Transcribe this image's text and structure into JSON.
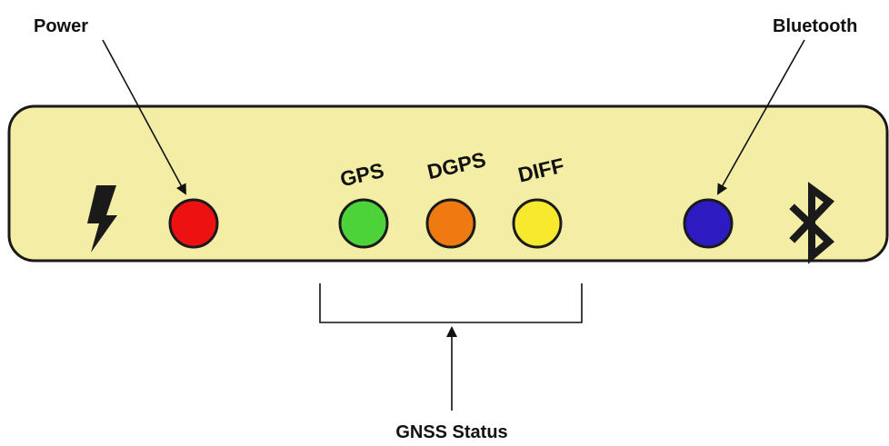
{
  "callouts": {
    "power": "Power",
    "bluetooth": "Bluetooth",
    "gnss_status": "GNSS Status"
  },
  "panel": {
    "background_color": "#F3EDA6",
    "border_color": "#1A1A1A",
    "labels": {
      "gps": "GPS",
      "dgps": "DGPS",
      "diff": "DIFF"
    },
    "icons": [
      "lightning-bolt-icon",
      "bluetooth-icon"
    ]
  },
  "leds": {
    "power": {
      "color": "#EE1111",
      "state": "on"
    },
    "gps": {
      "color": "#4CD33A",
      "state": "on"
    },
    "dgps": {
      "color": "#F07A12",
      "state": "on"
    },
    "diff": {
      "color": "#F7EA2E",
      "state": "on"
    },
    "bluetooth": {
      "color": "#2B1BC1",
      "state": "on"
    }
  }
}
